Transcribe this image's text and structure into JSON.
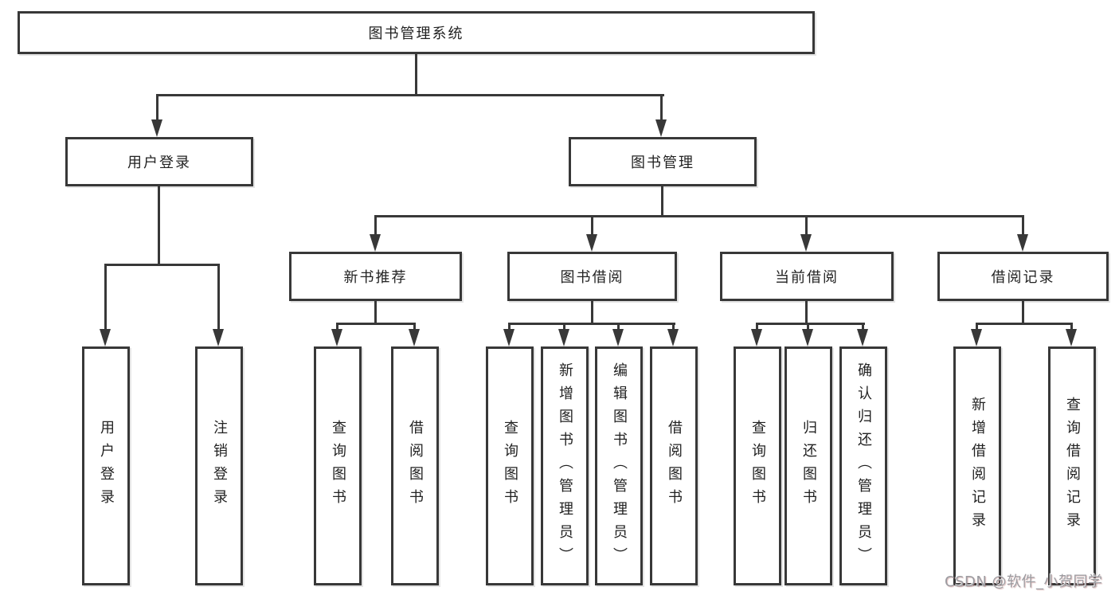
{
  "diagram": {
    "root": {
      "label": "图书管理系统"
    },
    "level2": [
      {
        "label": "用户登录"
      },
      {
        "label": "图书管理"
      }
    ],
    "level3": [
      {
        "label": "新书推荐"
      },
      {
        "label": "图书借阅"
      },
      {
        "label": "当前借阅"
      },
      {
        "label": "借阅记录"
      }
    ],
    "leaves": {
      "user_login": [
        "用户登录",
        "注销登录"
      ],
      "new_book": [
        "查询图书",
        "借阅图书"
      ],
      "borrow": [
        "查询图书",
        "新增图书（管理员）",
        "编辑图书（管理员）",
        "借阅图书"
      ],
      "current": [
        "查询图书",
        "归还图书",
        "确认归还（管理员）"
      ],
      "records": [
        "新增借阅记录",
        "查询借阅记录"
      ]
    }
  },
  "watermark": {
    "text": "CSDN @软件_小贺同学"
  },
  "colors": {
    "line": "#383838",
    "text": "#222222",
    "watermark": "#9c9ca1"
  }
}
